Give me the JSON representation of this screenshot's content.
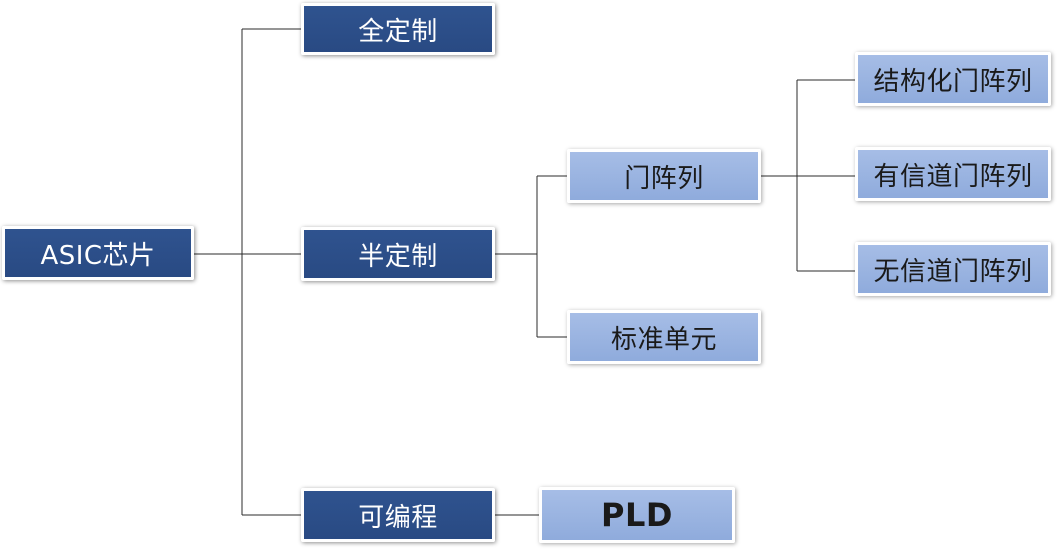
{
  "tree": {
    "root": "ASIC芯片",
    "branches": {
      "full_custom": "全定制",
      "semi_custom": "半定制",
      "programmable": "可编程"
    },
    "semi_custom_children": {
      "gate_array": "门阵列",
      "standard_cell": "标准单元"
    },
    "gate_array_children": {
      "structured": "结构化门阵列",
      "channeled": "有信道门阵列",
      "channelless": "无信道门阵列"
    },
    "programmable_children": {
      "pld": "PLD"
    }
  },
  "colors": {
    "dark_node": "#2f538f",
    "light_node": "#9bb4e2",
    "connector": "#2b2b2b"
  }
}
